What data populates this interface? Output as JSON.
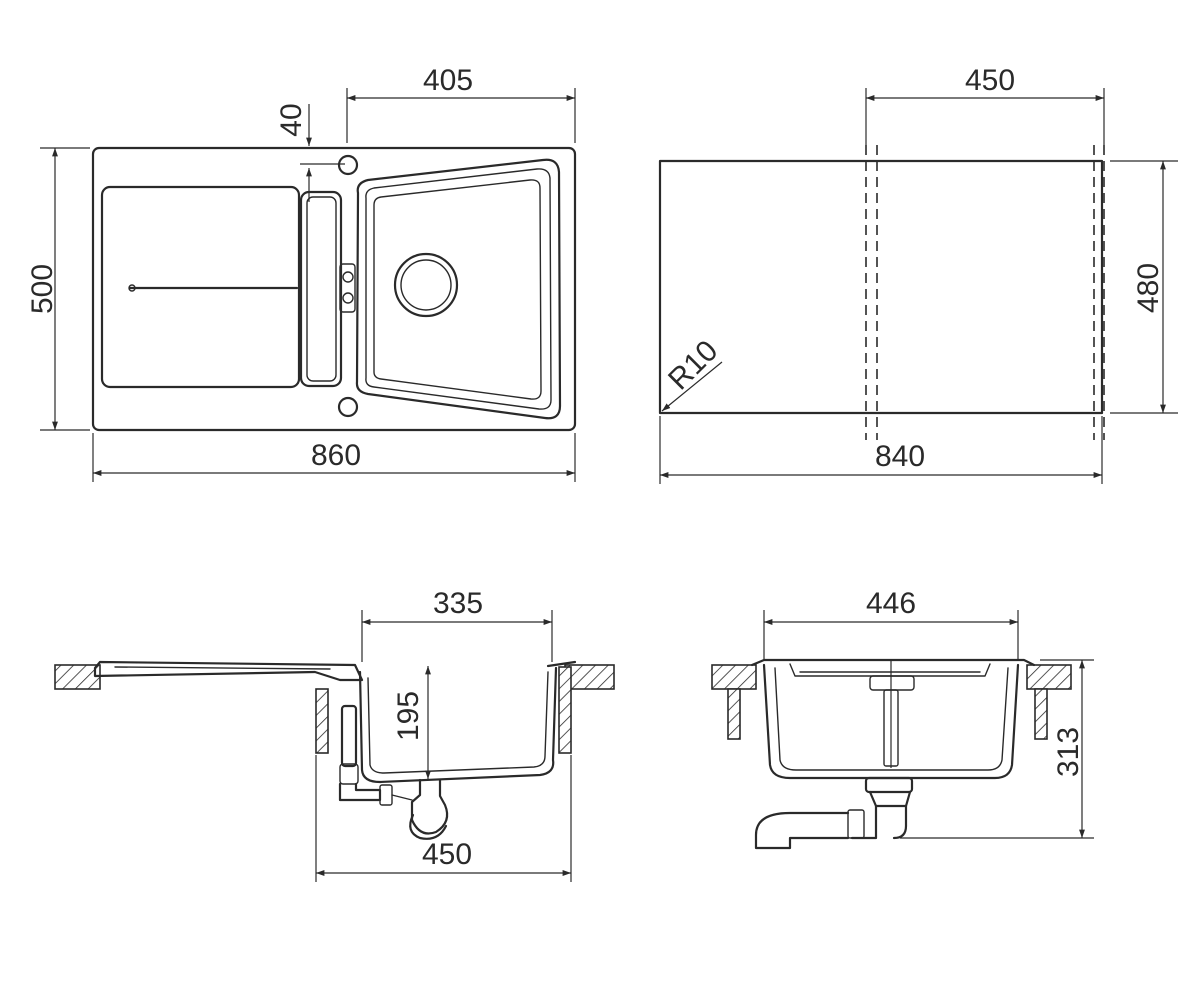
{
  "dimensions": {
    "top_view_slot_width": "405",
    "top_view_edge_offset": "40",
    "top_view_depth": "500",
    "top_view_width": "860",
    "cutout_inner_width": "450",
    "cutout_depth": "480",
    "cutout_corner_radius": "R10",
    "cutout_width": "840",
    "section_bowl_width": "335",
    "section_bowl_depth": "195",
    "section_cabinet_width": "450",
    "side_bowl_width": "446",
    "side_total_height": "313"
  },
  "colors": {
    "line": "#2a2a2a",
    "background": "#ffffff"
  }
}
